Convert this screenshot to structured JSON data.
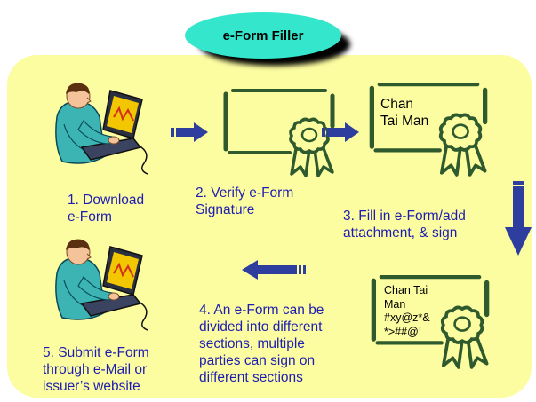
{
  "title": "e-Form Filler",
  "steps": [
    {
      "label": "1. Download\ne-Form"
    },
    {
      "label": "2. Verify e-Form\nSignature"
    },
    {
      "label": "3. Fill in e-Form/add\nattachment, & sign"
    },
    {
      "label": "4. An e-Form can be\ndivided into different\nsections, multiple\nparties can sign on\ndifferent sections"
    },
    {
      "label": "5. Submit e-Form\nthrough e-Mail or\nissuer’s website"
    }
  ],
  "certificates": [
    {
      "text": ""
    },
    {
      "text": "Chan\nTai Man"
    },
    {
      "text": "Chan Tai\nMan\n#xy@z*&\n*>##@!"
    }
  ],
  "icons": [
    "person-at-laptop-icon",
    "certificate-icon",
    "arrow-icon"
  ],
  "colors": {
    "panel": "#fcfca0",
    "title_bubble": "#33e6cc",
    "label_text": "#1d1db3",
    "arrow": "#2e3e9e",
    "certificate": "#2e5a2e"
  }
}
